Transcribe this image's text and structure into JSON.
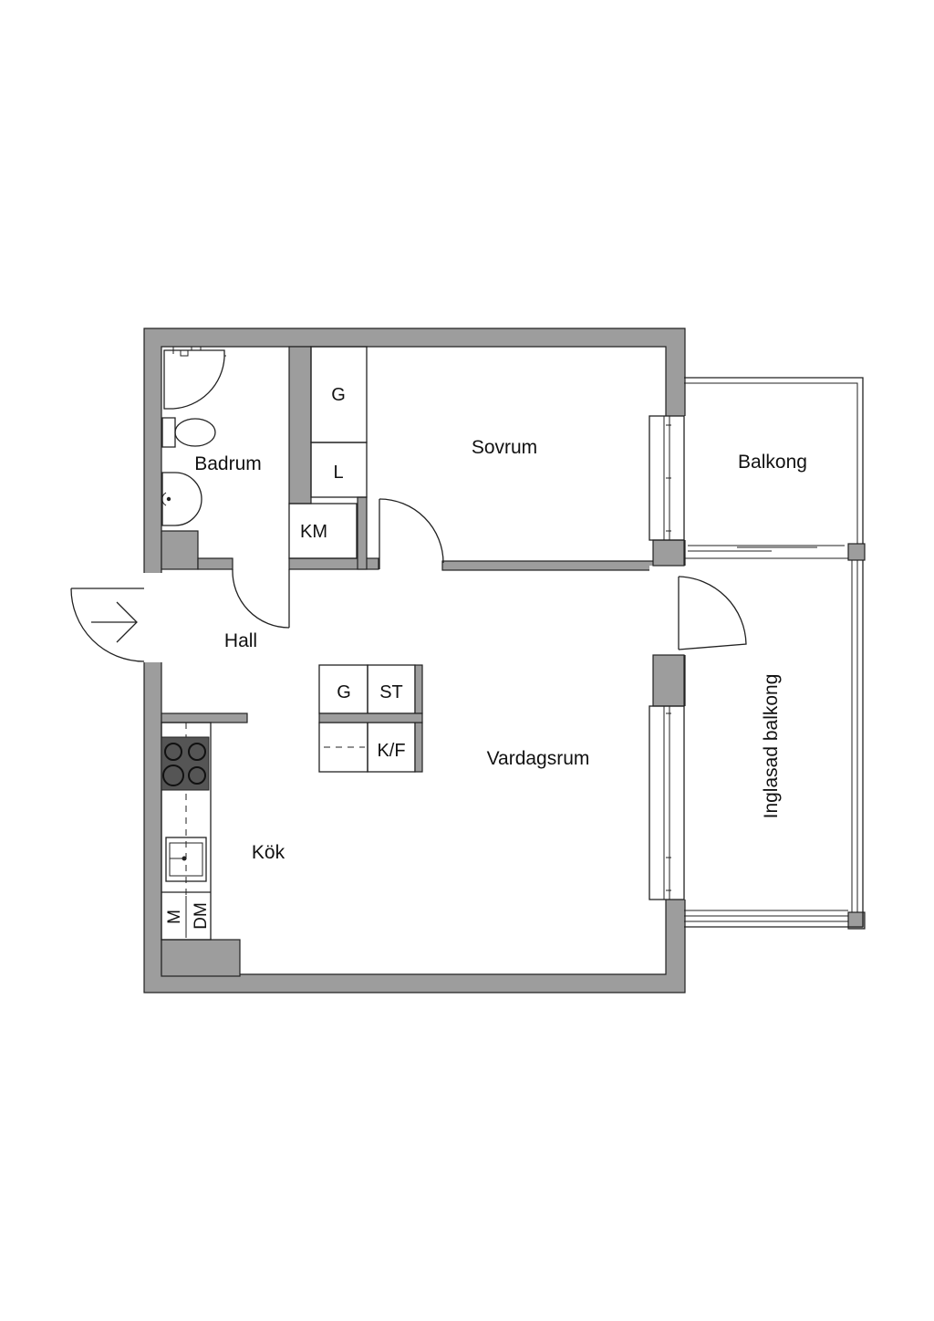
{
  "rooms": {
    "badrum": "Badrum",
    "sovrum": "Sovrum",
    "balkong": "Balkong",
    "hall": "Hall",
    "vardagsrum": "Vardagsrum",
    "kok": "Kök",
    "inglasad_balkong": "Inglasad balkong"
  },
  "storage": {
    "bedroom_g": "G",
    "bedroom_l": "L",
    "km": "KM",
    "hall_g": "G",
    "st": "ST",
    "kf": "K/F"
  },
  "kitchen": {
    "m": "M",
    "dm": "DM"
  },
  "colors": {
    "wall": "#9d9d9d",
    "line": "#222222",
    "background": "#ffffff",
    "stove": "#555555"
  }
}
